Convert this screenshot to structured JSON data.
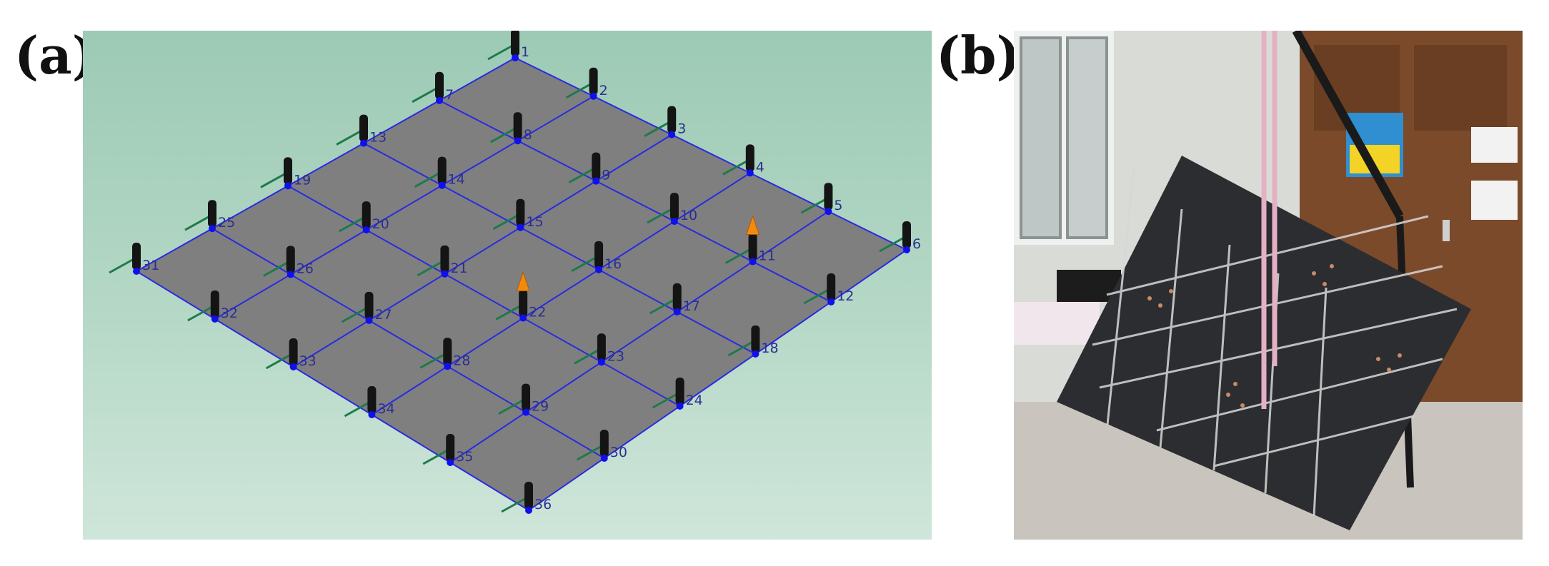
{
  "panels": {
    "a": {
      "label": "(a)"
    },
    "b": {
      "label": "(b)"
    }
  },
  "grid": {
    "rows": 6,
    "cols": 6,
    "node_labels": [
      "1",
      "2",
      "3",
      "4",
      "5",
      "6",
      "7",
      "8",
      "9",
      "10",
      "11",
      "12",
      "13",
      "14",
      "15",
      "16",
      "17",
      "18",
      "19",
      "20",
      "21",
      "22",
      "23",
      "24",
      "25",
      "26",
      "27",
      "28",
      "29",
      "30",
      "31",
      "32",
      "33",
      "34",
      "35",
      "36"
    ],
    "excitation_nodes": [
      "11",
      "22"
    ]
  },
  "photo": {
    "description_text": []
  },
  "colors": {
    "background_top": "#9ccab5",
    "background_bottom": "#cfe6da",
    "plate_fill": "#7f7f80",
    "grid_line": "#2a2ae0",
    "node": "#1010ee",
    "sensor": "#141414",
    "axis_green": "#1e7a4a",
    "excitation": "#f08a10",
    "node_label": "#2c2f8f"
  },
  "icons": {
    "sensor": "accelerometer-icon",
    "excitation": "force-arrow-icon"
  }
}
